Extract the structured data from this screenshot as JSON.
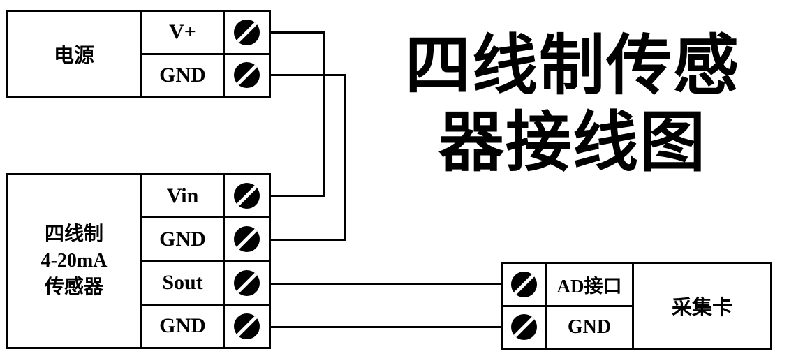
{
  "title": {
    "line1": "四线制传感",
    "line2": "器接线图"
  },
  "power_block": {
    "label": "电源",
    "terminals": [
      {
        "label": "V+"
      },
      {
        "label": "GND"
      }
    ]
  },
  "sensor_block": {
    "label_lines": [
      "四线制",
      "4-20mA",
      "传感器"
    ],
    "terminals": [
      {
        "label": "Vin"
      },
      {
        "label": "GND"
      },
      {
        "label": "Sout"
      },
      {
        "label": "GND"
      }
    ]
  },
  "daq_block": {
    "label": "采集卡",
    "terminals": [
      {
        "label": "AD接口"
      },
      {
        "label": "GND"
      }
    ]
  },
  "connections": [
    {
      "from": "电源 V+",
      "to": "传感器 Vin"
    },
    {
      "from": "电源 GND",
      "to": "传感器 GND"
    },
    {
      "from": "传感器 Sout",
      "to": "采集卡 AD接口"
    },
    {
      "from": "传感器 GND",
      "to": "采集卡 GND"
    }
  ],
  "icons": {
    "terminal": "screw-terminal-icon"
  },
  "colors": {
    "background": "#ffffff",
    "line": "#000000",
    "text": "#000000"
  }
}
